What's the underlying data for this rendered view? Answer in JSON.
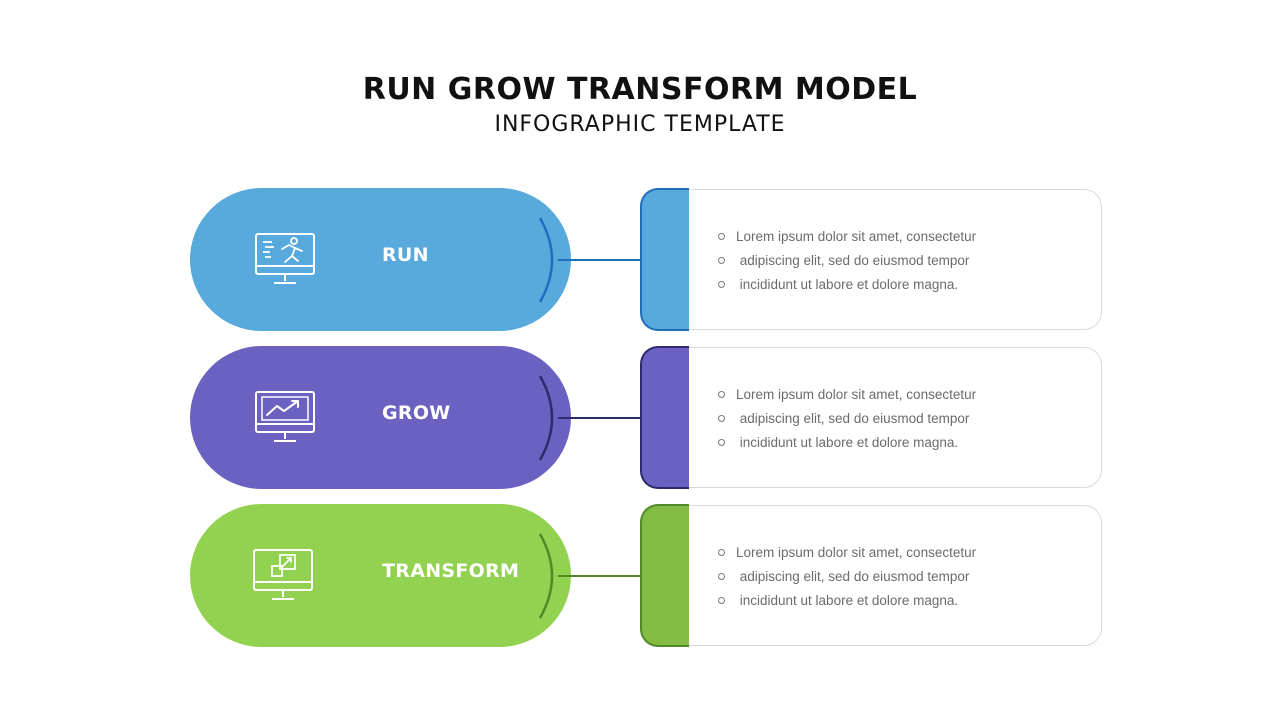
{
  "header": {
    "title": "RUN GROW TRANSFORM MODEL",
    "subtitle": "INFOGRAPHIC TEMPLATE"
  },
  "stages": [
    {
      "label": "RUN",
      "icon": "monitor-runner-icon",
      "color": "#58a9dc",
      "accent": "#1f6fbd",
      "bullets": [
        "Lorem ipsum dolor sit amet, consectetur",
        " adipiscing  elit, sed do eiusmod  tempor",
        " incididunt  ut labore et dolore magna."
      ]
    },
    {
      "label": "GROW",
      "icon": "monitor-growth-chart-icon",
      "color": "#6a61c0",
      "accent": "#2e2a6e",
      "bullets": [
        "Lorem ipsum dolor sit amet, consectetur",
        " adipiscing  elit, sed do eiusmod  tempor",
        " incididunt  ut labore et dolore magna."
      ]
    },
    {
      "label": "TRANSFORM",
      "icon": "monitor-transform-icon",
      "color": "#93d250",
      "accent": "#4f8a2a",
      "bullets": [
        "Lorem ipsum dolor sit amet, consectetur",
        " adipiscing  elit, sed do eiusmod  tempor",
        " incididunt  ut labore et dolore magna."
      ]
    }
  ]
}
